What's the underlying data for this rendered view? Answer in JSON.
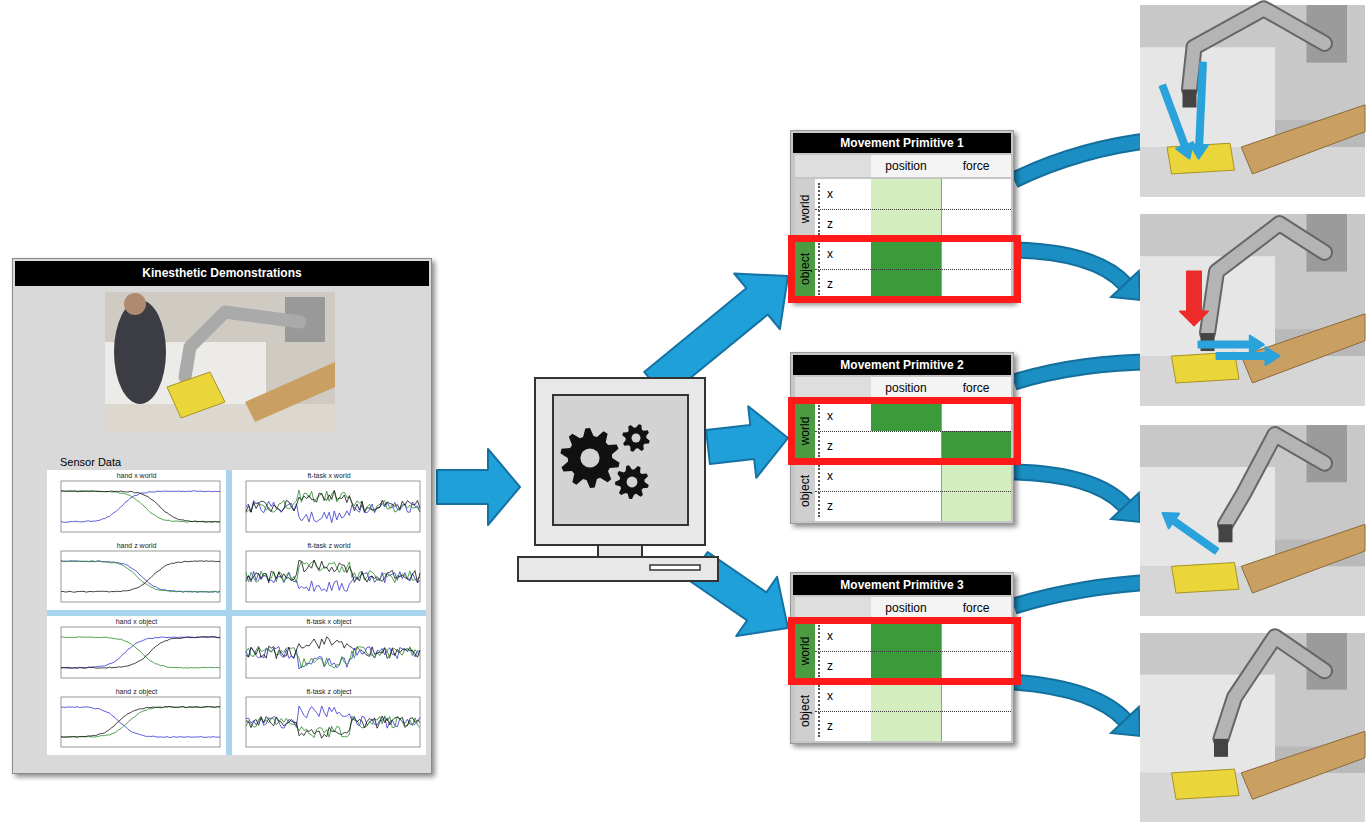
{
  "diagram": {
    "nodes": [
      {
        "text": [
          "Kinesthetic Demonstrations",
          "Sensor Data"
        ]
      },
      {
        "text": [
          "Movement Primitive 1",
          "position",
          "force",
          "world",
          "x",
          "z",
          "object",
          "x",
          "z"
        ]
      },
      {
        "text": [
          "Movement Primitive 2",
          "position",
          "force",
          "world",
          "x",
          "z",
          "object",
          "x",
          "z"
        ]
      },
      {
        "text": [
          "Movement Primitive 3",
          "position",
          "force",
          "world",
          "x",
          "z",
          "object",
          "x",
          "z"
        ]
      }
    ],
    "labels": [
      "hand x world",
      "ft-task x world",
      "hand z world",
      "ft-task z world",
      "hand x object",
      "ft-task x object",
      "hand z object",
      "ft-task z object"
    ]
  }
}
